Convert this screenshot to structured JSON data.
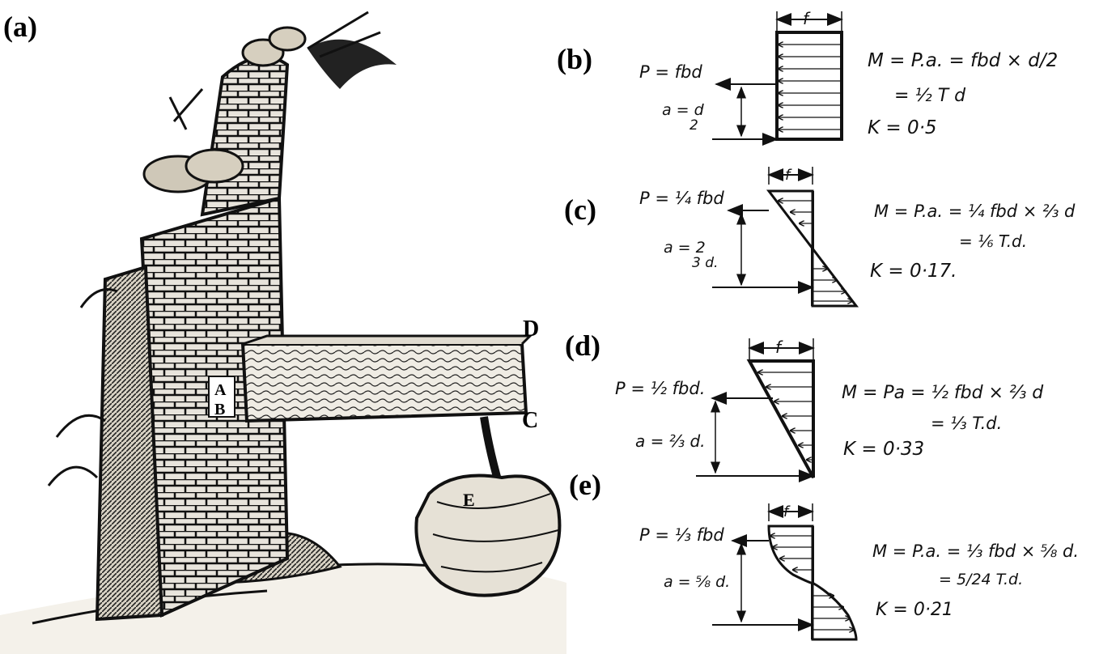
{
  "panels": {
    "a": {
      "label": "(a)",
      "letters": {
        "A": "A",
        "B": "B",
        "C": "C",
        "D": "D",
        "E": "E"
      }
    },
    "b": {
      "label": "(b)",
      "f": "f",
      "P": "P = fbd",
      "a_num": "a = d",
      "a_den": "2",
      "M1": "M = P.a. = fbd × d/2",
      "M2": "= ½ T d",
      "K": "K = 0·5"
    },
    "c": {
      "label": "(c)",
      "f": "f",
      "P": "P = ¼ fbd",
      "a_num": "a = 2",
      "a_den": "3 d.",
      "M1": "M = P.a. = ¼ fbd × ⅔ d",
      "M2": "= ⅙ T.d.",
      "K": "K = 0·17."
    },
    "d": {
      "label": "(d)",
      "f": "f",
      "P": "P = ½ fbd.",
      "a_num": "a = ⅔ d.",
      "M1": "M = Pa = ½ fbd × ⅔ d",
      "M2": "= ⅓ T.d.",
      "K": "K = 0·33"
    },
    "e": {
      "label": "(e)",
      "f": "f",
      "P": "P = ⅓ fbd",
      "a_num": "a = ⅝ d.",
      "M1": "M = P.a. = ⅓ fbd × ⅝ d.",
      "M2": "= 5/24 T.d.",
      "K": "K = 0·21"
    }
  }
}
